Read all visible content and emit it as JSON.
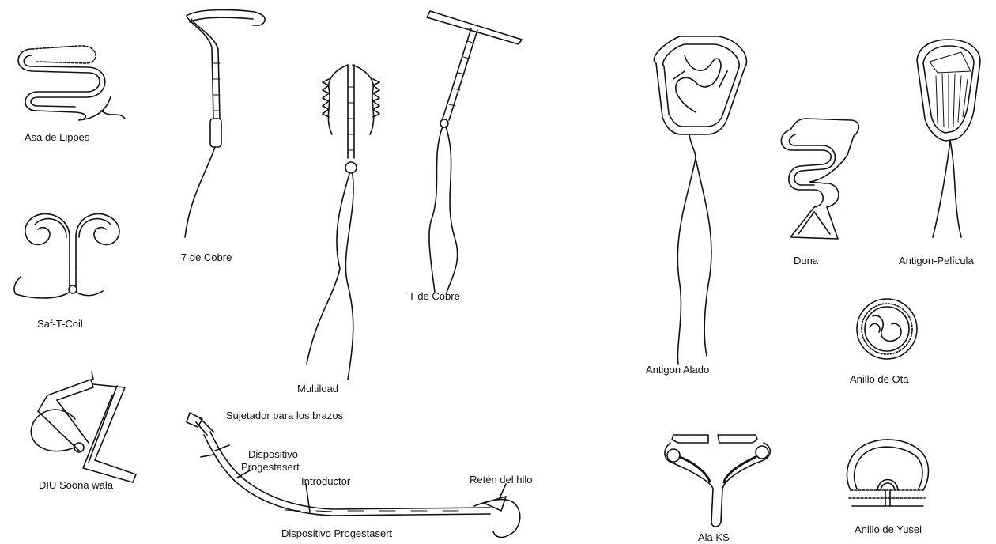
{
  "labels": {
    "asa_de_lippes": "Asa de Lippes",
    "saf_t_coil": "Saf-T-Coil",
    "diu_soonawala": "DIU Soona wala",
    "siete_de_cobre_1": "7 de Cobre",
    "multiload": "Multiload",
    "t_de_cobre": "T de Cobre",
    "sujetador": "Sujetador para los brazos",
    "dispositivo_1": "Dispositivo",
    "dispositivo_2": "Progestasert",
    "introductor": "Introductor",
    "reten_del_hilo": "Retén del hilo",
    "dispositivo_progestasert": "Dispositivo Progestasert",
    "antigon_alado": "Antigon Alado",
    "duna": "Duna",
    "antigon_pelicula": "Antigon-Película",
    "anillo_de_ota": "Anillo de Ota",
    "ala_ks": "Ala KS",
    "anillo_de_yusei": "Anillo de Yusei"
  },
  "colors": {
    "ink": "#111111",
    "background": "#ffffff"
  }
}
